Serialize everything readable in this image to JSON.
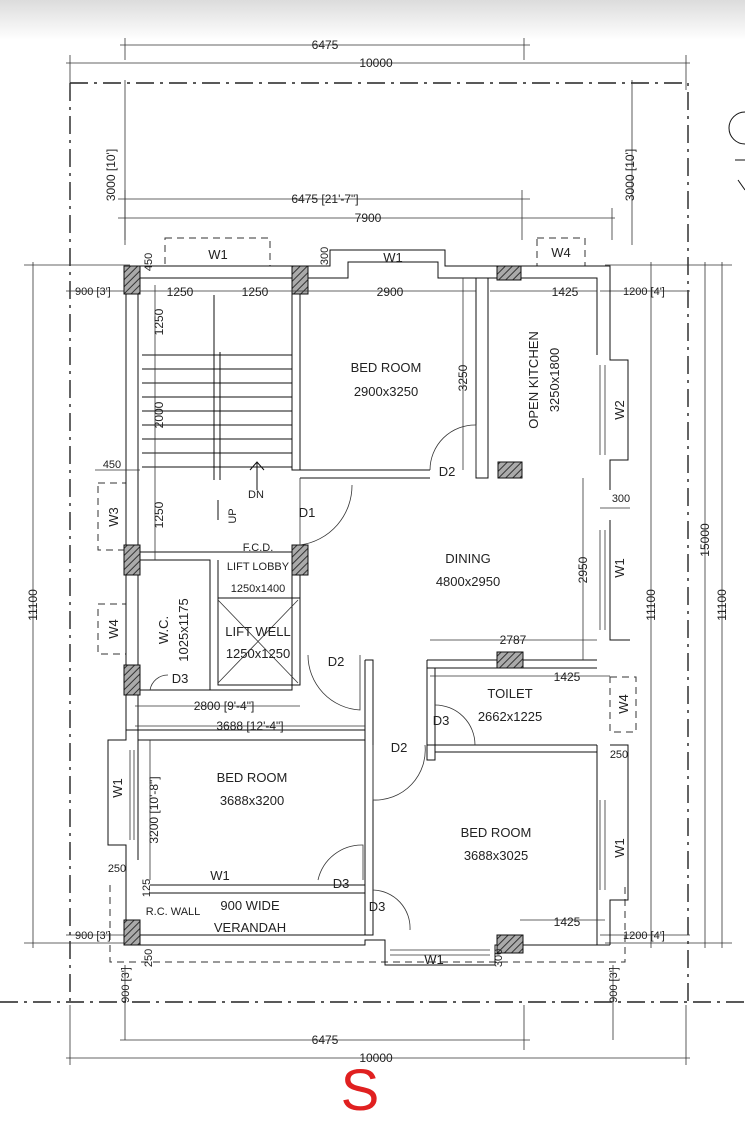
{
  "dimensions": {
    "top_overall": "10000",
    "top_building": "6475",
    "top_inner": "6475 [21'-7\"]",
    "top_inner2": "7900",
    "bottom_overall": "10000",
    "bottom_building": "6475",
    "left_setback_top": "3000 [10']",
    "right_setback_top": "3000 [10']",
    "left_side_900": "900 [3']",
    "left_side_900_b": "900 [3']",
    "right_side_1200": "1200 [4']",
    "right_side_1200_b": "1200 [4']",
    "left_overall": "11100",
    "right_inner": "11100",
    "right_overall_a": "15000",
    "right_overall_b": "11100",
    "bottom_900_left": "900 [3']",
    "bottom_900_right": "900 [3']",
    "stair_450": "450",
    "stair_1250_a": "1250",
    "stair_1250_b": "1250",
    "stair_1250_v": "1250",
    "stair_2000": "2000",
    "stair_1250_v2": "1250",
    "wall_450": "450",
    "bed_2900": "2900",
    "bed_3250": "3250",
    "kitchen_1425": "1425",
    "dining_2950": "2950",
    "dining_2787": "2787",
    "toilet_1425": "1425",
    "col_300_a": "300",
    "col_300_b": "300",
    "col_300_c": "300",
    "dim_250_a": "250",
    "dim_250_b": "250",
    "dim_250_c": "250",
    "dim_125": "125",
    "dim_2800": "2800 [9'-4\"]",
    "dim_3688": "3688 [12'-4\"]",
    "dim_3200": "3200 [10'-8\"]",
    "bed3_1425": "1425",
    "wc_size": "1025x1175"
  },
  "rooms": {
    "bed1_name": "BED ROOM",
    "bed1_size": "2900x3250",
    "kitchen_name": "OPEN KITCHEN",
    "kitchen_size": "3250x1800",
    "dining_name": "DINING",
    "dining_size": "4800x2950",
    "lobby_code": "F.C.D.",
    "lobby_name": "LIFT LOBBY",
    "lobby_size": "1250x1400",
    "liftwell_name": "LIFT WELL",
    "liftwell_size": "1250x1250",
    "wc_name": "W.C.",
    "toilet_name": "TOILET",
    "toilet_size": "2662x1225",
    "bed2_name": "BED ROOM",
    "bed2_size": "3688x3200",
    "bed3_name": "BED ROOM",
    "bed3_size": "3688x3025",
    "rcwall": "R.C. WALL",
    "verandah_1": "900 WIDE",
    "verandah_2": "VERANDAH",
    "stair_dn": "DN",
    "stair_up": "UP"
  },
  "openings": {
    "w1_top_left": "W1",
    "w1_top_mid": "W1",
    "w4_top": "W4",
    "w2_right": "W2",
    "w1_right_dining": "W1",
    "w4_right_toilet": "W4",
    "w1_right_bed": "W1",
    "w1_bottom": "W1",
    "w1_left_bed": "W1",
    "w1_verandah": "W1",
    "w3_left": "W3",
    "w4_left": "W4",
    "d1": "D1",
    "d2_bed": "D2",
    "d2_lobby": "D2",
    "d2_bed3": "D2",
    "d3_wc": "D3",
    "d3_toilet": "D3",
    "d3_bed2": "D3",
    "d3_verandah": "D3"
  },
  "direction_mark": "S",
  "colors": {
    "line": "#111111",
    "mark": "#e02020"
  }
}
